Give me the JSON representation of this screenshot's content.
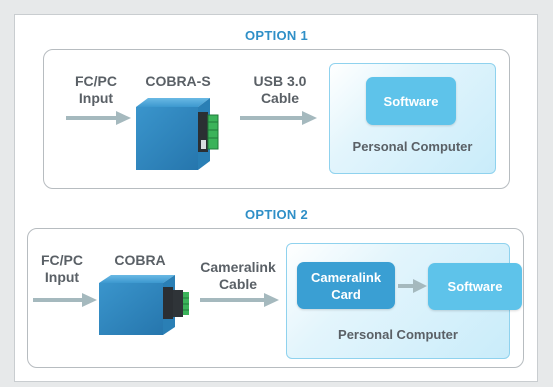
{
  "option1": {
    "title": "OPTION 1",
    "input_label_1": "FC/PC",
    "input_label_2": "Input",
    "device": "COBRA-S",
    "cable_label_1": "USB 3.0",
    "cable_label_2": "Cable",
    "software": "Software",
    "computer": "Personal Computer"
  },
  "option2": {
    "title": "OPTION 2",
    "input_label_1": "FC/PC",
    "input_label_2": "Input",
    "device": "COBRA",
    "cable_label_1": "Cameralink",
    "cable_label_2": "Cable",
    "card_label_1": "Cameralink",
    "card_label_2": "Card",
    "software": "Software",
    "computer": "Personal Computer"
  },
  "colors": {
    "title_blue": "#2f8fc7",
    "arrow_gray": "#a5b9be",
    "camera_blue": "#2f8ec8",
    "connector_green": "#3bb35a"
  }
}
